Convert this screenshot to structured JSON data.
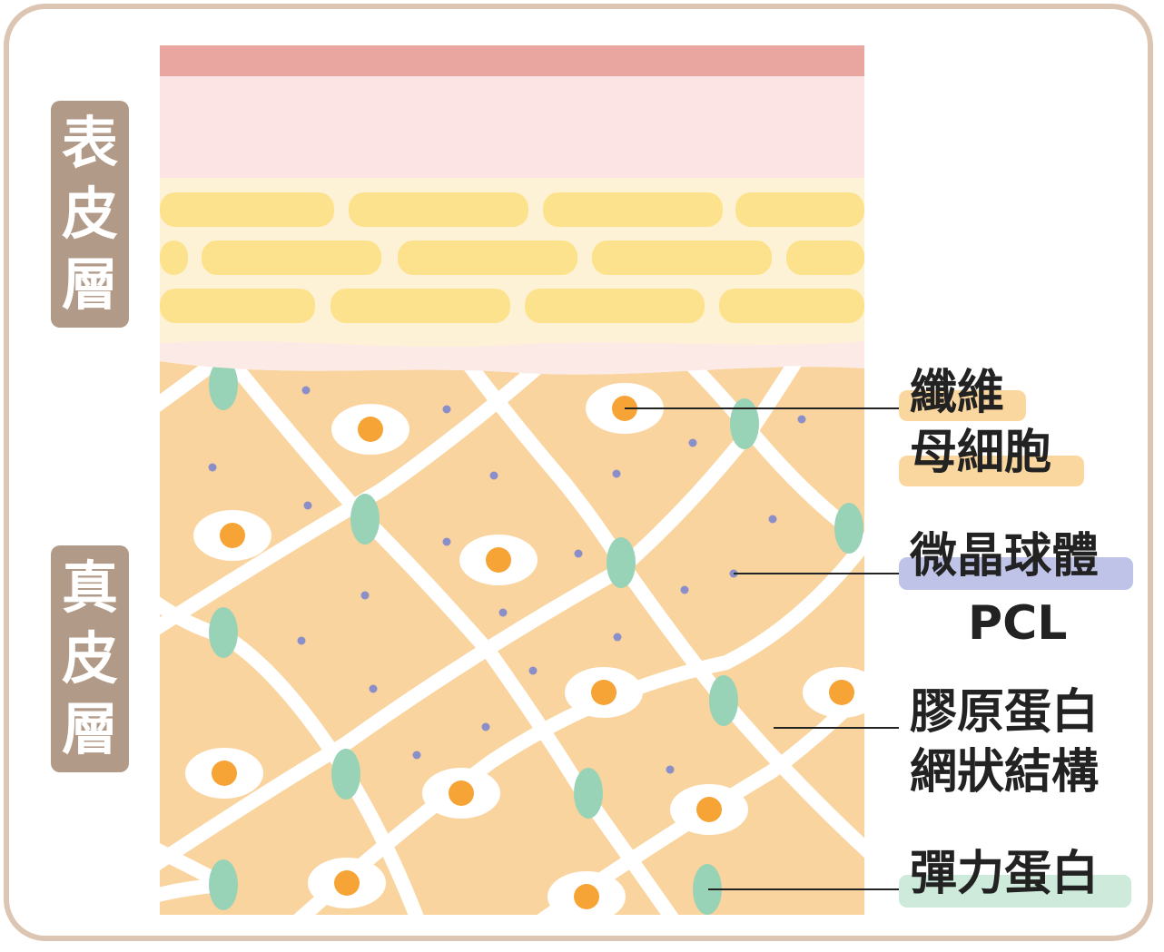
{
  "layers": {
    "epidermis": "表皮層",
    "dermis": "真皮層"
  },
  "labels": {
    "fibroblast_line1": "纖維",
    "fibroblast_line2": "母細胞",
    "microsphere_line1": "微晶球體",
    "microsphere_line2": "PCL",
    "collagen_line1": "膠原蛋白",
    "collagen_line2": "網狀結構",
    "elastin": "彈力蛋白"
  },
  "colors": {
    "frame": "#dcc6b3",
    "layer_tag": "#b19a88",
    "stratum_corneum": "#e9a6a0",
    "epidermis_pink": "#fde4e4",
    "epidermis_cream": "#fef2d6",
    "basal_cells": "#fde28e",
    "dermis": "#fad49e",
    "collagen_fiber": "#ffffff",
    "fibroblast_nucleus": "#f6a436",
    "elastin": "#98d3b7",
    "microsphere": "#8a8fc9",
    "highlight_orange": "#fbd7a0",
    "highlight_purple": "#bfc3e7",
    "highlight_green": "#cdeadb",
    "leader_line": "#222222"
  }
}
